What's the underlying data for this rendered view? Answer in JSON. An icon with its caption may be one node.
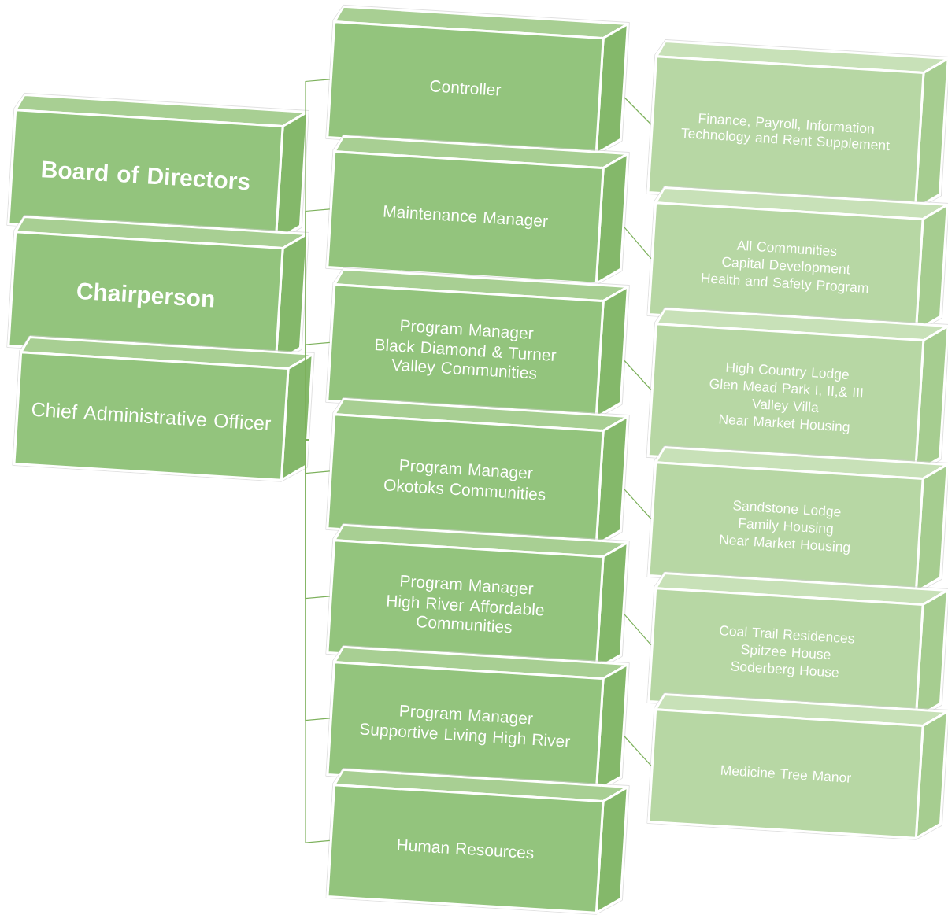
{
  "diagram": {
    "nodes": [
      {
        "text": [
          "Board of Directors"
        ]
      },
      {
        "text": [
          "Chairperson"
        ]
      },
      {
        "text": [
          "Chief Administrative Officer"
        ]
      },
      {
        "text": [
          "Controller"
        ]
      },
      {
        "text": [
          "Maintenance Manager"
        ]
      },
      {
        "text": [
          "Program Manager",
          "Black Diamond & Turner Valley Communities"
        ]
      },
      {
        "text": [
          "Program Manager",
          "Okotoks Communities"
        ]
      },
      {
        "text": [
          "Program Manager",
          "High River Affordable Communities"
        ]
      },
      {
        "text": [
          "Program Manager",
          "Supportive Living High River"
        ]
      },
      {
        "text": [
          "Human Resources"
        ]
      },
      {
        "text": [
          "Finance, Payroll, Information Technology and Rent Supplement"
        ]
      },
      {
        "text": [
          "All Communities",
          "Capital Development",
          "Health and Safety Program"
        ]
      },
      {
        "text": [
          "High Country Lodge",
          "Glen Mead Park I, II,& III",
          "Valley Villa",
          "Near Market Housing"
        ]
      },
      {
        "text": [
          "Sandstone Lodge",
          "Family Housing",
          "Near Market Housing"
        ]
      },
      {
        "text": [
          "Coal Trail Residences",
          "Spitzee House",
          "Soderberg House"
        ]
      },
      {
        "text": [
          "Medicine Tree Manor"
        ]
      }
    ],
    "edges": [
      {
        "from": 2,
        "to": 3,
        "arrow": "none"
      },
      {
        "from": 2,
        "to": 4,
        "arrow": "none"
      },
      {
        "from": 2,
        "to": 5,
        "arrow": "none"
      },
      {
        "from": 2,
        "to": 6,
        "arrow": "none"
      },
      {
        "from": 2,
        "to": 7,
        "arrow": "none"
      },
      {
        "from": 2,
        "to": 8,
        "arrow": "none"
      },
      {
        "from": 2,
        "to": 9,
        "arrow": "none"
      },
      {
        "from": 3,
        "to": 10,
        "arrow": "none"
      },
      {
        "from": 4,
        "to": 11,
        "arrow": "none"
      },
      {
        "from": 5,
        "to": 12,
        "arrow": "none"
      },
      {
        "from": 6,
        "to": 13,
        "arrow": "none"
      },
      {
        "from": 7,
        "to": 14,
        "arrow": "none"
      },
      {
        "from": 8,
        "to": 15,
        "arrow": "none"
      }
    ]
  }
}
